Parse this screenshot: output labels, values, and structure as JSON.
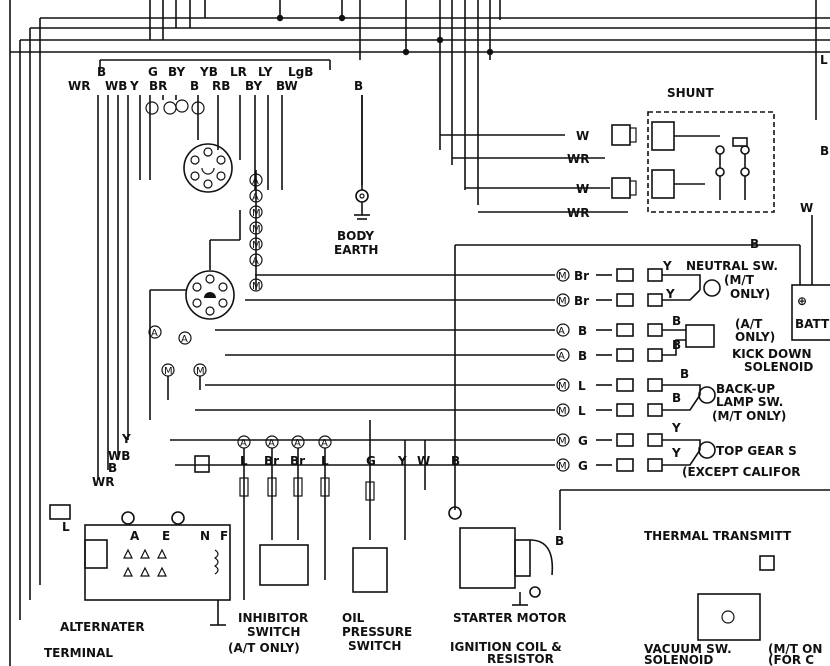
{
  "shunt": "SHUNT",
  "body_earth": [
    "BODY",
    "EARTH"
  ],
  "alternator": "ALTERNATER",
  "terminal_block": "TERMINAL",
  "inhibitor_switch": [
    "INHIBITOR",
    "SWITCH",
    "(A/T ONLY)"
  ],
  "oil_pressure_switch": [
    "OIL",
    "PRESSURE",
    "SWITCH"
  ],
  "starter_motor": "STARTER MOTOR",
  "ignition_coil": [
    "IGNITION COIL &",
    "RESISTOR"
  ],
  "thermal_transmitter": "THERMAL TRANSMITT",
  "vacuum_switch": [
    "VACUUM SW.",
    "SOLENOID"
  ],
  "vacuum_note": [
    "(M/T ON",
    "(FOR C"
  ],
  "neutral_switch": [
    "NEUTRAL SW.",
    "(M/T",
    "ONLY)"
  ],
  "kickdown": [
    "(A/T",
    "ONLY)",
    "KICK DOWN",
    "SOLENOID"
  ],
  "backup": [
    "BACK-UP",
    "LAMP SW.",
    "(M/T ONLY)"
  ],
  "top_gear": [
    "TOP GEAR S",
    "(EXCEPT CALIFOR"
  ],
  "battery": "BATT",
  "top_wire_codes": [
    "WR",
    "B",
    "WB",
    "Y",
    "G",
    "BR",
    "BY",
    "B",
    "YB",
    "RB",
    "LR",
    "BY",
    "LY",
    "BW",
    "LgB",
    "B"
  ],
  "shunt_wires": [
    "W",
    "WR",
    "W",
    "WR"
  ],
  "right_connectors": [
    {
      "mark": "M",
      "color": "Br"
    },
    {
      "mark": "M",
      "color": "Br"
    },
    {
      "mark": "A",
      "color": "B"
    },
    {
      "mark": "A",
      "color": "B"
    },
    {
      "mark": "M",
      "color": "L"
    },
    {
      "mark": "M",
      "color": "L"
    },
    {
      "mark": "M",
      "color": "G"
    },
    {
      "mark": "M",
      "color": "G"
    }
  ],
  "switch_side_wires": [
    "Y",
    "Y",
    "B",
    "B",
    "B",
    "B",
    "Y",
    "Y"
  ],
  "bottom_wire_labels": [
    "L",
    "Br",
    "Br",
    "L",
    "G",
    "Y",
    "W",
    "B"
  ],
  "alt_wire_labels": [
    "Y",
    "WB",
    "B",
    "WR",
    "L"
  ],
  "alt_terminals": [
    "A",
    "E",
    "N",
    "F"
  ],
  "misc": [
    "B",
    "W",
    "B",
    "L",
    "B"
  ]
}
